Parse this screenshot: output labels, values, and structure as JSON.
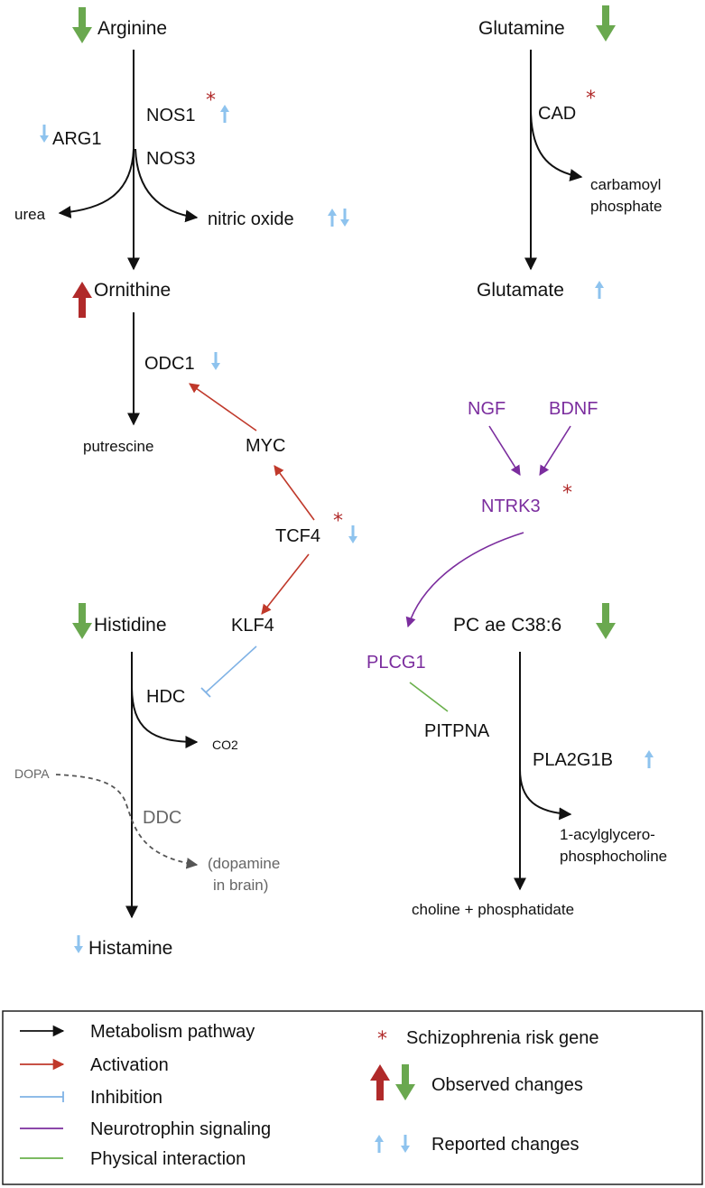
{
  "nodes": {
    "arginine": "Arginine",
    "nos1": "NOS1",
    "arg1": "ARG1",
    "nos3": "NOS3",
    "urea": "urea",
    "nitric_oxide": "nitric oxide",
    "ornithine": "Ornithine",
    "odc1": "ODC1",
    "putrescine": "putrescine",
    "myc": "MYC",
    "tcf4": "TCF4",
    "klf4": "KLF4",
    "histidine": "Histidine",
    "hdc": "HDC",
    "co2": "CO2",
    "dopa": "DOPA",
    "ddc": "DDC",
    "dopamine_1": "(dopamine",
    "dopamine_2": "in brain)",
    "histamine": "Histamine",
    "glutamine": "Glutamine",
    "cad": "CAD",
    "carbamoyl_1": "carbamoyl",
    "carbamoyl_2": "phosphate",
    "glutamate": "Glutamate",
    "ngf": "NGF",
    "bdnf": "BDNF",
    "ntrk3": "NTRK3",
    "plcg1": "PLCG1",
    "pc": "PC ae C38:6",
    "pitpna": "PITPNA",
    "pla2g1b": "PLA2G1B",
    "acyl_1": "1-acylglycero-",
    "acyl_2": "phosphocholine",
    "choline": "choline + phosphatidate"
  },
  "marker": "*",
  "legend": {
    "metabolism": "Metabolism pathway",
    "activation": "Activation",
    "inhibition": "Inhibition",
    "neurotrophin": "Neurotrophin signaling",
    "physical": "Physical interaction",
    "risk_gene": "Schizophrenia risk gene",
    "observed": "Observed changes",
    "reported": "Reported changes"
  },
  "colors": {
    "metabolism": "#111111",
    "activation": "#c0392b",
    "inhibition": "#7fb2e5",
    "neurotrophin": "#7b2d9e",
    "physical": "#6ab04c",
    "observed_up": "#b02a2a",
    "observed_down": "#6aa84f",
    "reported": "#8ec3ee",
    "dashed": "#555555"
  }
}
